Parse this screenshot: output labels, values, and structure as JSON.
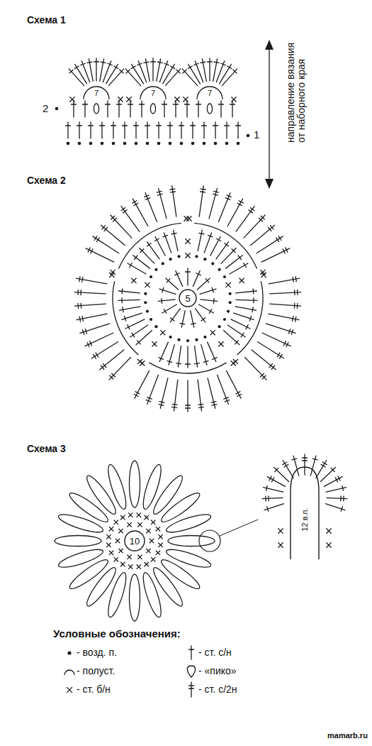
{
  "diagram": {
    "nodes": [
      {
        "text": [
          "5"
        ]
      },
      {
        "text": [
          "10"
        ]
      }
    ],
    "labels": [
      "Схема 1",
      "2",
      "7",
      "7",
      "7",
      "1",
      "направление вязания от наборного края",
      "Схема 2",
      "Схема 3",
      "12 в.п.",
      "Условные обозначения:",
      "mamarb.ru"
    ],
    "legend": [
      {
        "text": "- возд. п."
      },
      {
        "text": "- полуст."
      },
      {
        "text": "- ст. б/н"
      },
      {
        "text": "- ст. с/н"
      },
      {
        "text": "- «пико»"
      },
      {
        "text": "- ст. с/2н"
      }
    ]
  }
}
